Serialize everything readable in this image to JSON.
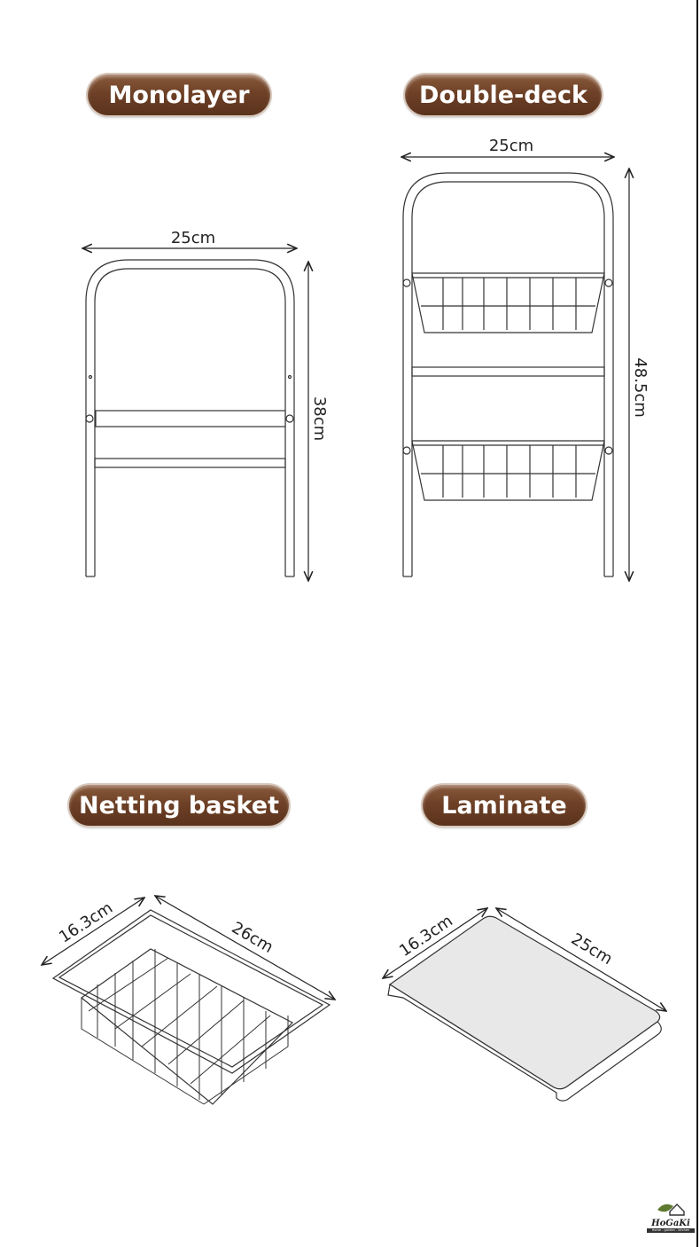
{
  "sections": {
    "monolayer": {
      "title": "Monolayer",
      "width": "25cm",
      "height": "38cm"
    },
    "double_deck": {
      "title": "Double-deck",
      "width": "25cm",
      "height": "48.5cm"
    },
    "netting_basket": {
      "title": "Netting basket",
      "depth": "16.3cm",
      "length": "26cm"
    },
    "laminate": {
      "title": "Laminate",
      "depth": "16.3cm",
      "length": "25cm"
    }
  },
  "logo": {
    "name": "HoGaKi",
    "tagline": "Home - garden - kitchen"
  },
  "colors": {
    "badge": "#6e4127",
    "line": "#222222"
  }
}
